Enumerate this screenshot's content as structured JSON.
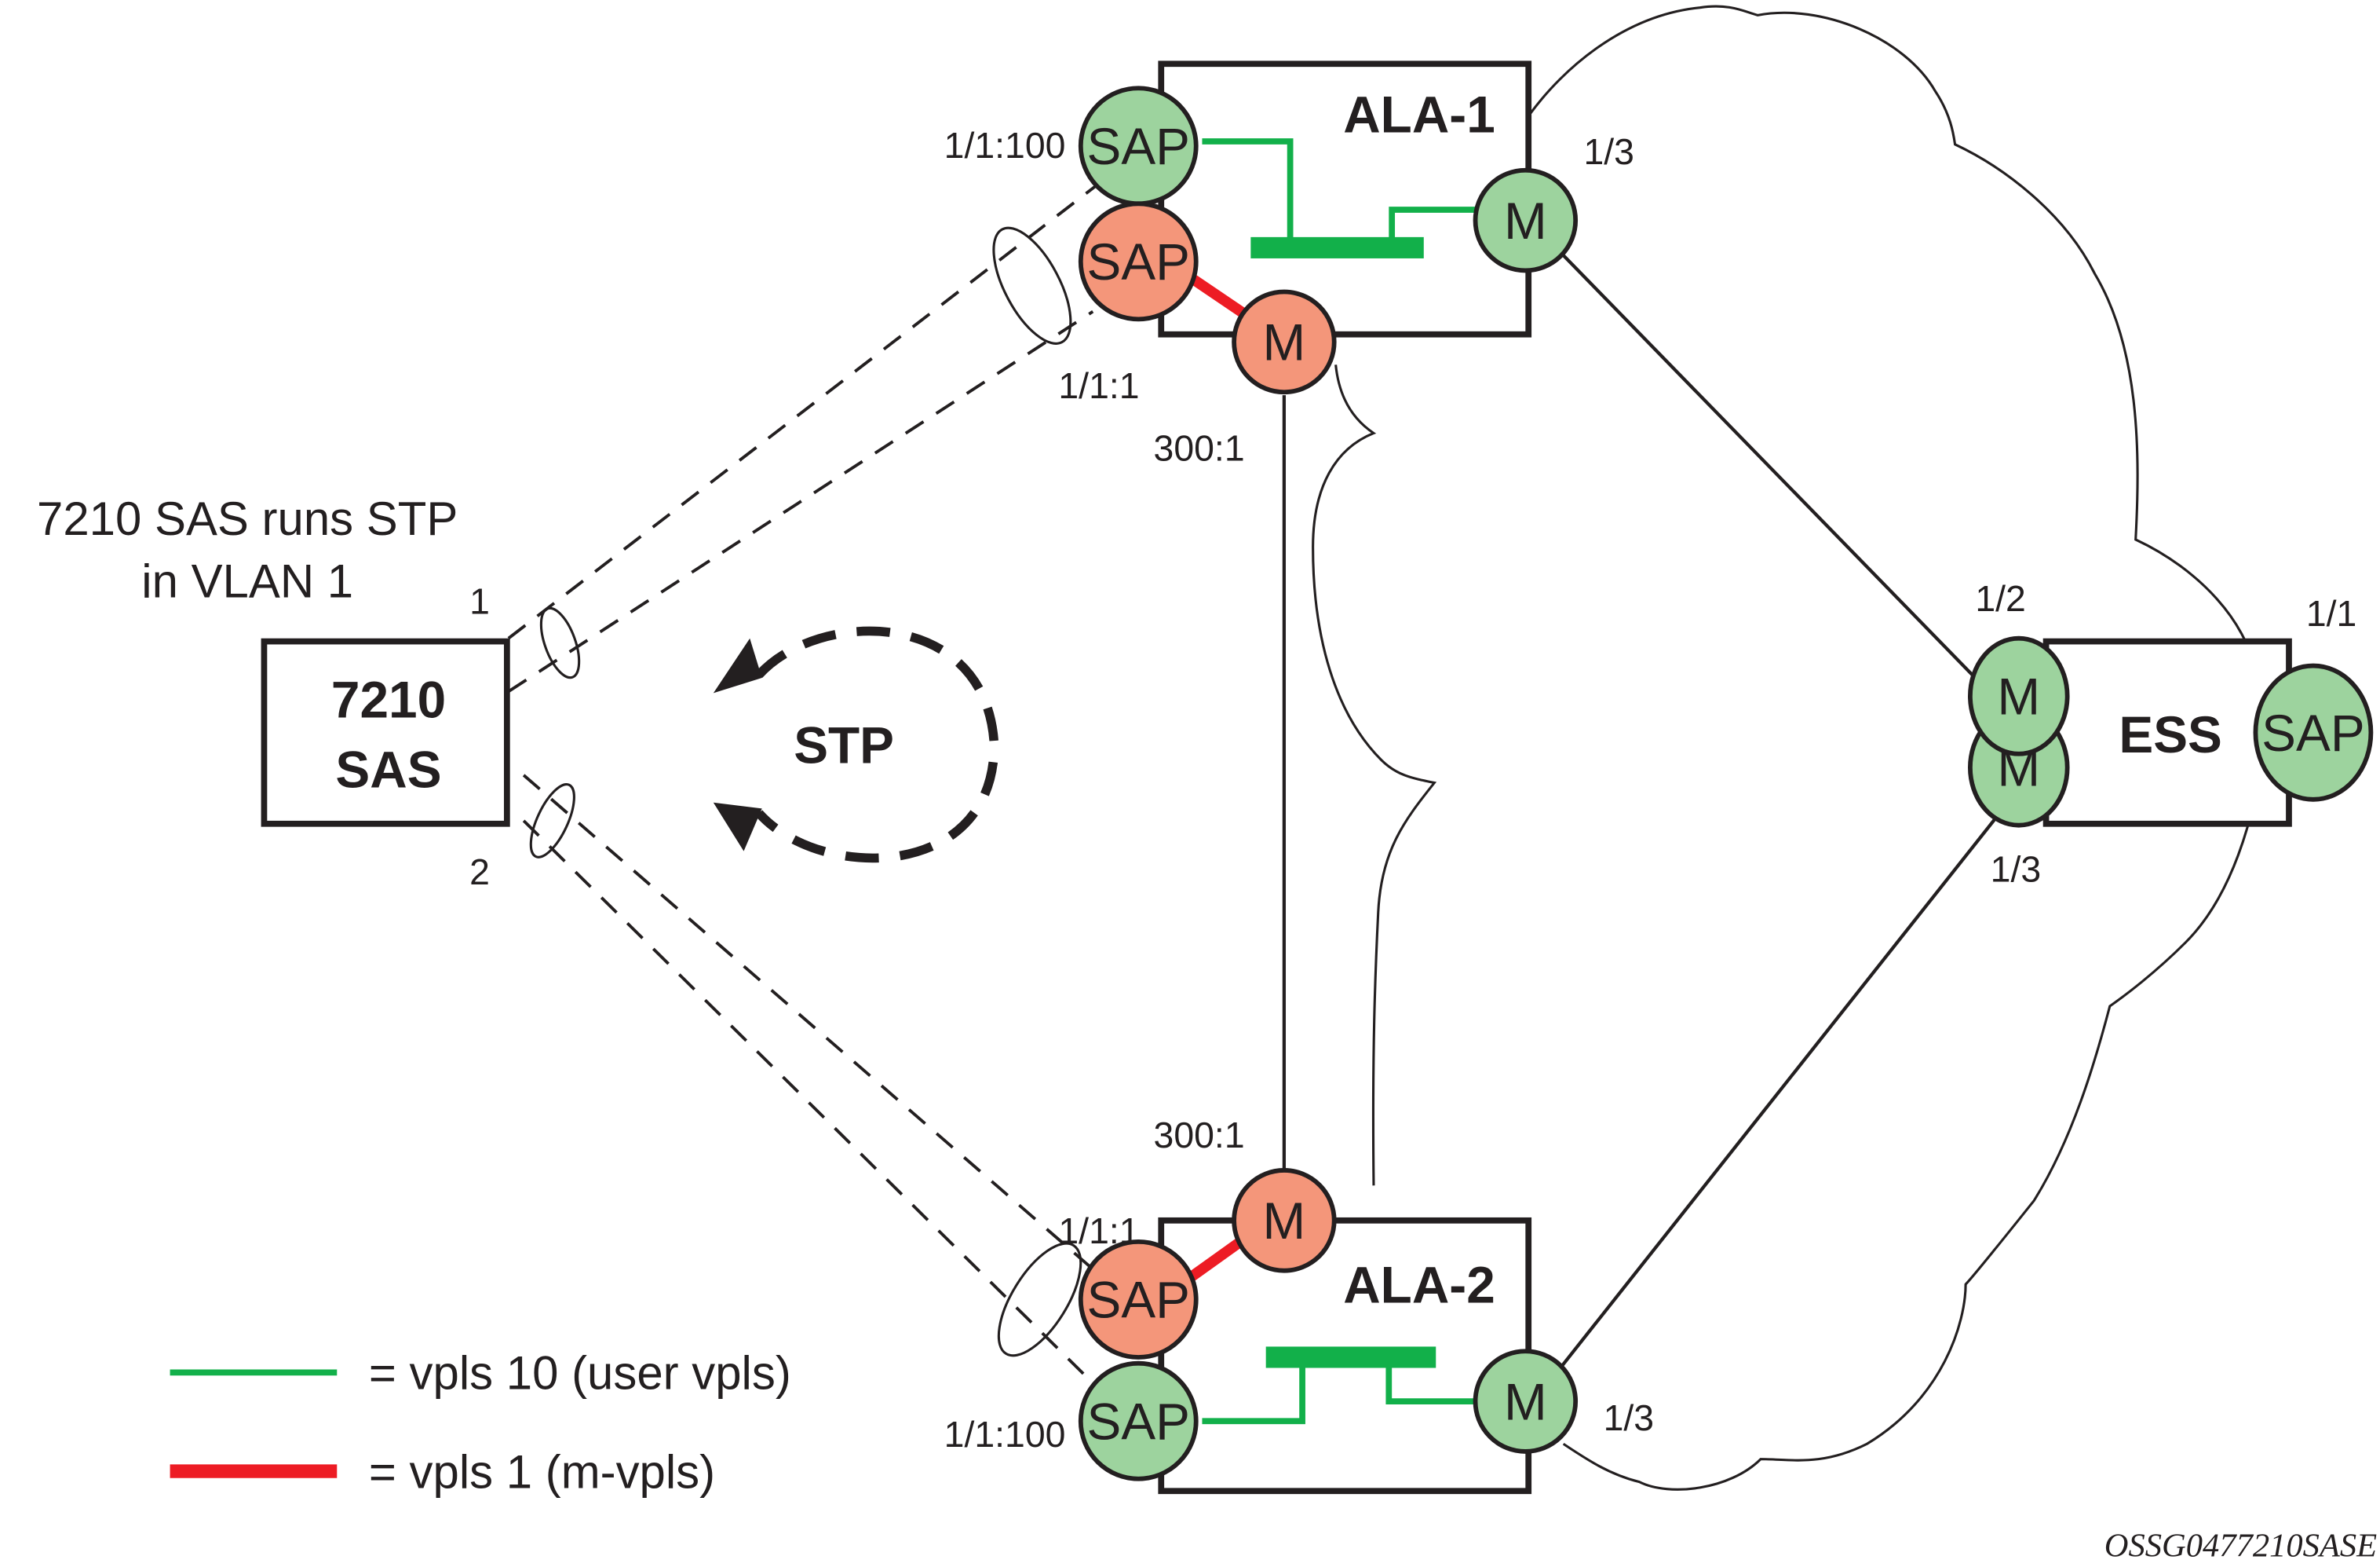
{
  "figure_id": "OSSG0477210SASE",
  "colors": {
    "user_vpls_line": "#12b04a",
    "mvpls_line": "#ed1c24",
    "user_endpoint_fill": "#9dd39e",
    "mvpls_endpoint_fill": "#f4967a",
    "outline": "#231f20"
  },
  "annotation": {
    "line1": "7210 SAS runs STP",
    "line2": "in VLAN 1"
  },
  "sas_device": {
    "title_line1": "7210",
    "title_line2": "SAS",
    "port_top": "1",
    "port_bottom": "2"
  },
  "stp": {
    "label": "STP"
  },
  "ala1": {
    "title": "ALA-1",
    "sap_user": {
      "text": "SAP",
      "port": "1/1:100"
    },
    "sap_mvpls": {
      "text": "SAP",
      "port": "1/1:1"
    },
    "mesh_mvpls": {
      "text": "M",
      "port": "300:1"
    },
    "mesh_user": {
      "text": "M",
      "port": "1/3"
    }
  },
  "ala2": {
    "title": "ALA-2",
    "sap_user": {
      "text": "SAP",
      "port": "1/1:100"
    },
    "sap_mvpls": {
      "text": "SAP",
      "port": "1/1:1"
    },
    "mesh_mvpls": {
      "text": "M",
      "port": "300:1"
    },
    "mesh_user": {
      "text": "M",
      "port": "1/3"
    }
  },
  "ess": {
    "title": "ESS",
    "mesh_top": {
      "text": "M",
      "port": "1/2"
    },
    "mesh_bottom": {
      "text": "M",
      "port": "1/3"
    },
    "sap": {
      "text": "SAP",
      "port": "1/1"
    }
  },
  "legend": {
    "items": [
      {
        "label": "= vpls 10 (user vpls)",
        "type": "user"
      },
      {
        "label": "= vpls 1 (m-vpls)",
        "type": "mvpls"
      }
    ]
  }
}
